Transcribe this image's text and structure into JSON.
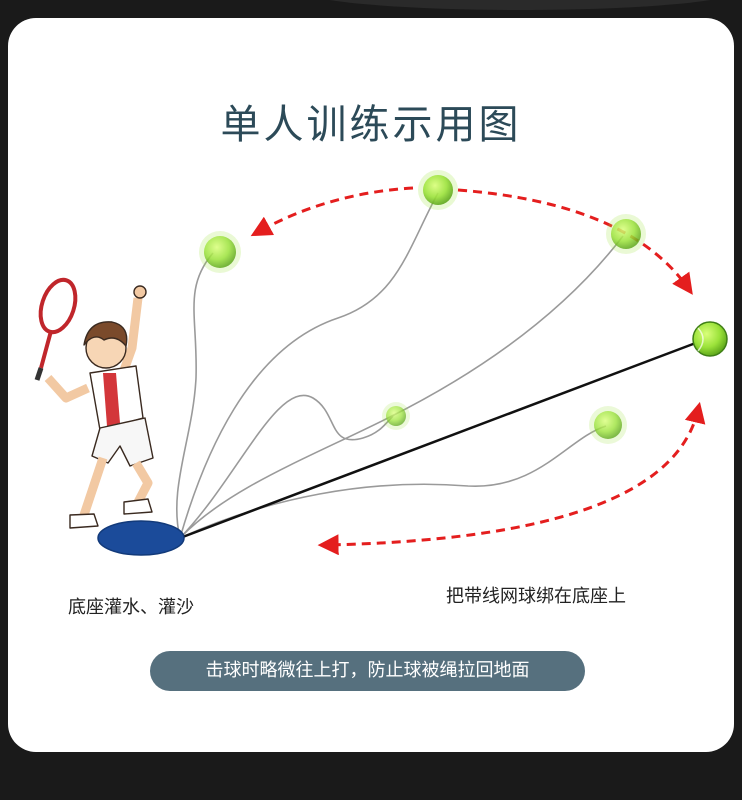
{
  "title": "单人训练示用图",
  "labels": {
    "base": "底座灌水、灌沙",
    "tie": "把带线网球绑在底座上"
  },
  "tip": "击球时略微往上打，防止球被绳拉回地面",
  "colors": {
    "card_bg": "#ffffff",
    "title_text": "#2c4a58",
    "arrow_red": "#e41e1e",
    "base_blue": "#1b4b9a",
    "ball_green": "#9be23a",
    "tip_bg": "#56707e"
  },
  "icons": [
    "tennis-player-figure",
    "tennis-racket-icon",
    "tennis-ball-icon",
    "base-disc-icon"
  ]
}
